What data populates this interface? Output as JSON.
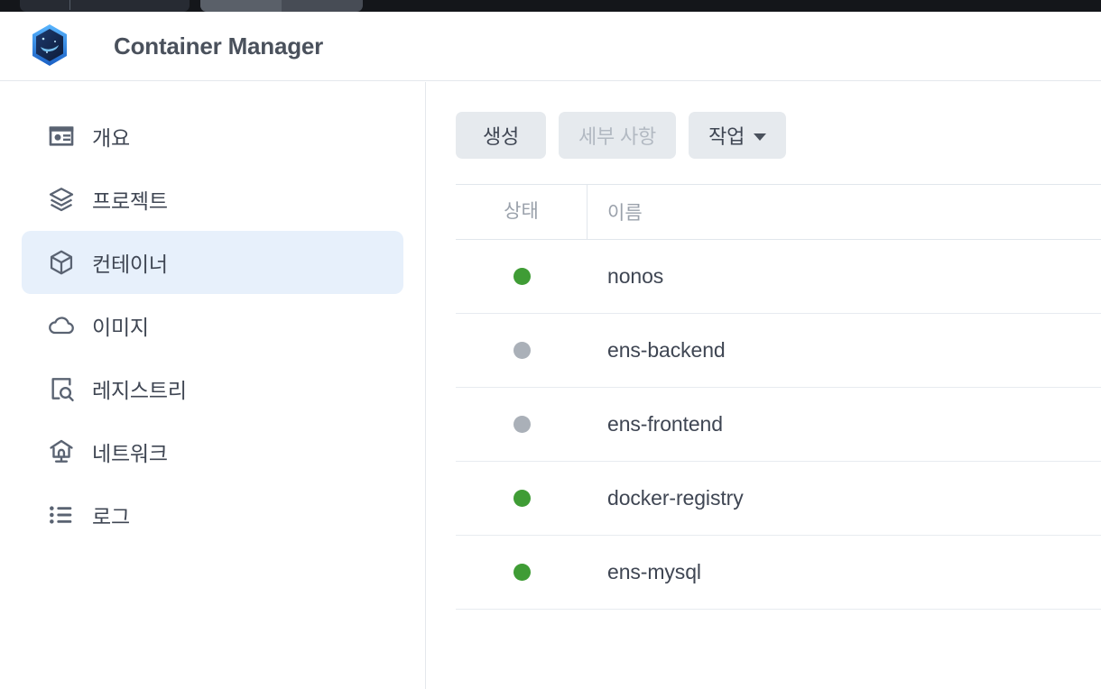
{
  "browser": {
    "tabs": [
      {
        "name": "background-tab"
      },
      {
        "name": "active-tab"
      }
    ]
  },
  "header": {
    "title": "Container Manager",
    "logo_icon": "container-manager-hexagon-logo",
    "brand_color": "#2a7fe0"
  },
  "sidebar": {
    "items": [
      {
        "label": "개요",
        "icon": "overview-card-icon",
        "active": false
      },
      {
        "label": "프로젝트",
        "icon": "layers-icon",
        "active": false
      },
      {
        "label": "컨테이너",
        "icon": "cube-icon",
        "active": true
      },
      {
        "label": "이미지",
        "icon": "cloud-icon",
        "active": false
      },
      {
        "label": "레지스트리",
        "icon": "registry-search-icon",
        "active": false
      },
      {
        "label": "네트워크",
        "icon": "network-house-icon",
        "active": false
      },
      {
        "label": "로그",
        "icon": "log-list-icon",
        "active": false
      }
    ],
    "active_background": "#e7f0fb"
  },
  "toolbar": {
    "create_label": "생성",
    "details_label": "세부 사항",
    "details_disabled": true,
    "action_label": "작업",
    "action_caret_icon": "chevron-down-icon"
  },
  "table": {
    "columns": [
      "상태",
      "이름"
    ],
    "rows": [
      {
        "status": "running",
        "name": "nonos"
      },
      {
        "status": "stopped",
        "name": "ens-backend"
      },
      {
        "status": "stopped",
        "name": "ens-frontend"
      },
      {
        "status": "running",
        "name": "docker-registry"
      },
      {
        "status": "running",
        "name": "ens-mysql"
      }
    ],
    "status_colors": {
      "running": "#3f9c35",
      "stopped": "#aab0b8"
    }
  }
}
